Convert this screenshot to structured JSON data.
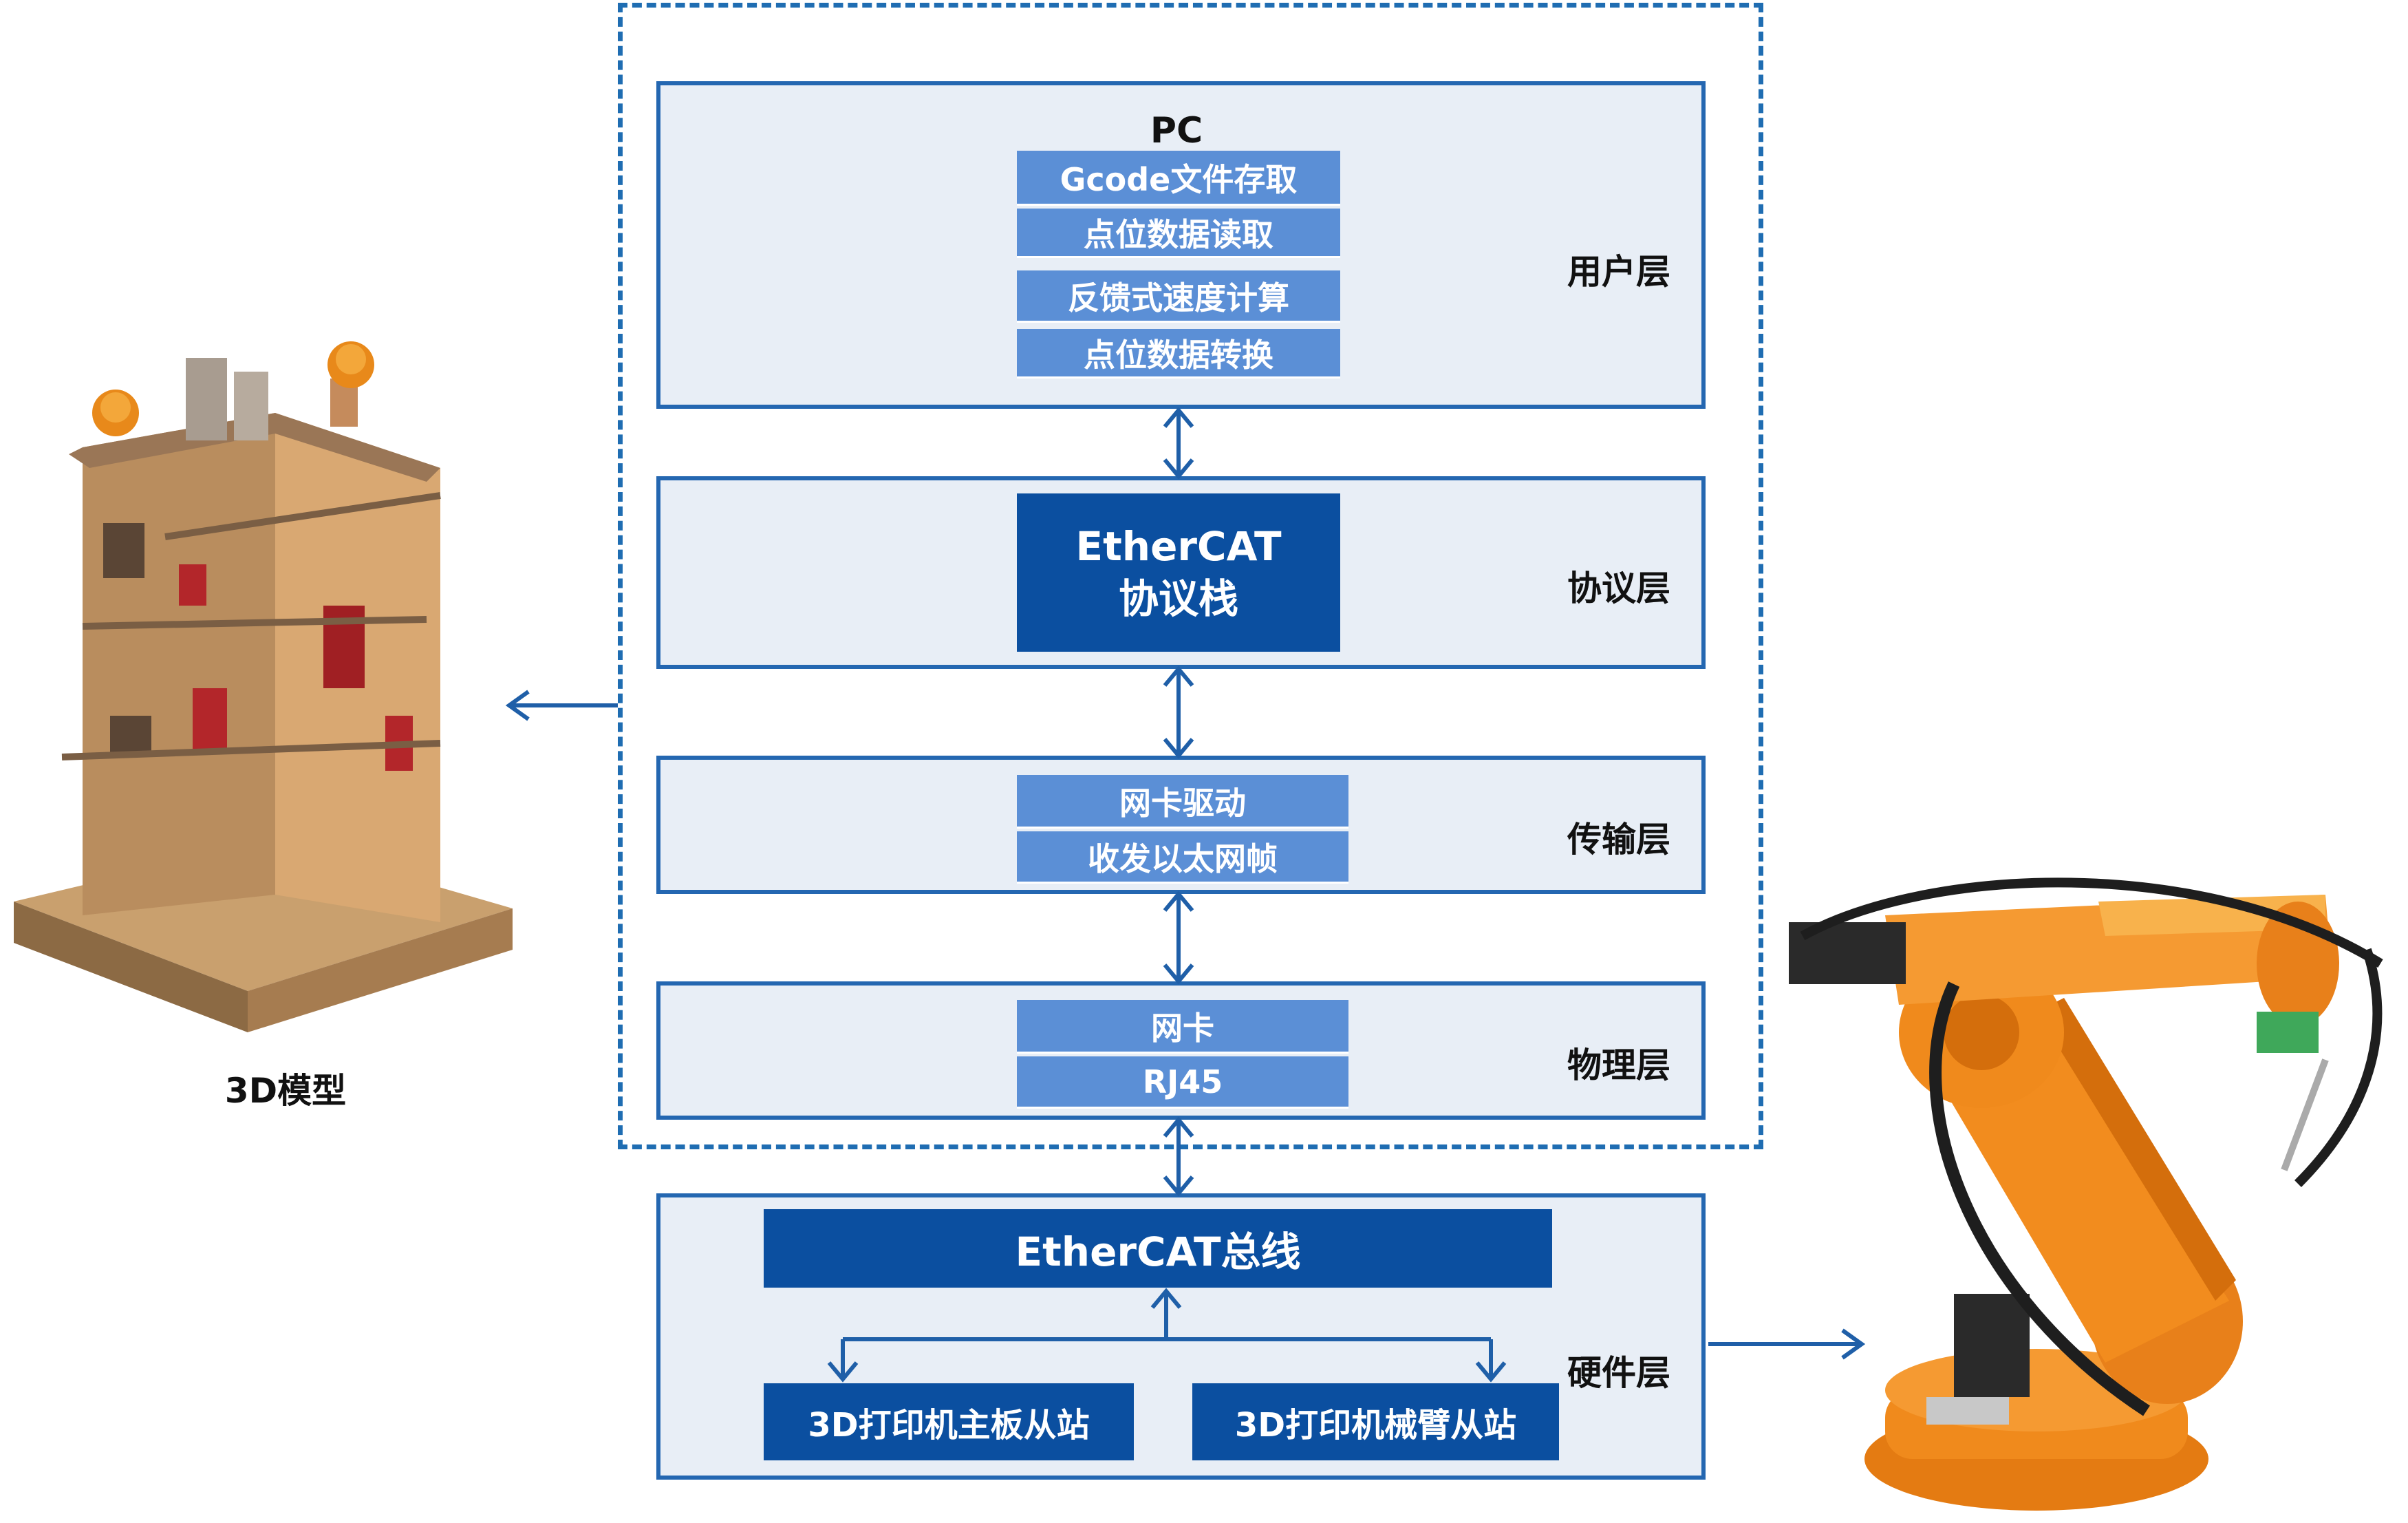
{
  "layers": {
    "user": {
      "title": "PC",
      "label": "用户层",
      "items": [
        "Gcode文件存取",
        "点位数据读取",
        "反馈式速度计算",
        "点位数据转换"
      ]
    },
    "protocol": {
      "label": "协议层",
      "box_line1": "EtherCAT",
      "box_line2": "协议栈"
    },
    "transport": {
      "label": "传输层",
      "items": [
        "网卡驱动",
        "收发以太网帧"
      ]
    },
    "physical": {
      "label": "物理层",
      "items": [
        "网卡",
        "RJ45"
      ]
    },
    "hardware": {
      "label": "硬件层",
      "bus": "EtherCAT总线",
      "slaves": [
        "3D打印机主板从站",
        "3D打印机械臂从站"
      ]
    }
  },
  "left_image": {
    "caption": "3D模型",
    "icon": "building-model-illustration"
  },
  "right_image": {
    "icon": "orange-industrial-robot-arm"
  },
  "colors": {
    "border": "#2467b1",
    "layer_fill": "#e8eef6",
    "cell_fill": "#5b8fd6",
    "dark_fill": "#0b4fa0",
    "building_orange": "#d99a5e",
    "robot_orange": "#f08a1c"
  }
}
